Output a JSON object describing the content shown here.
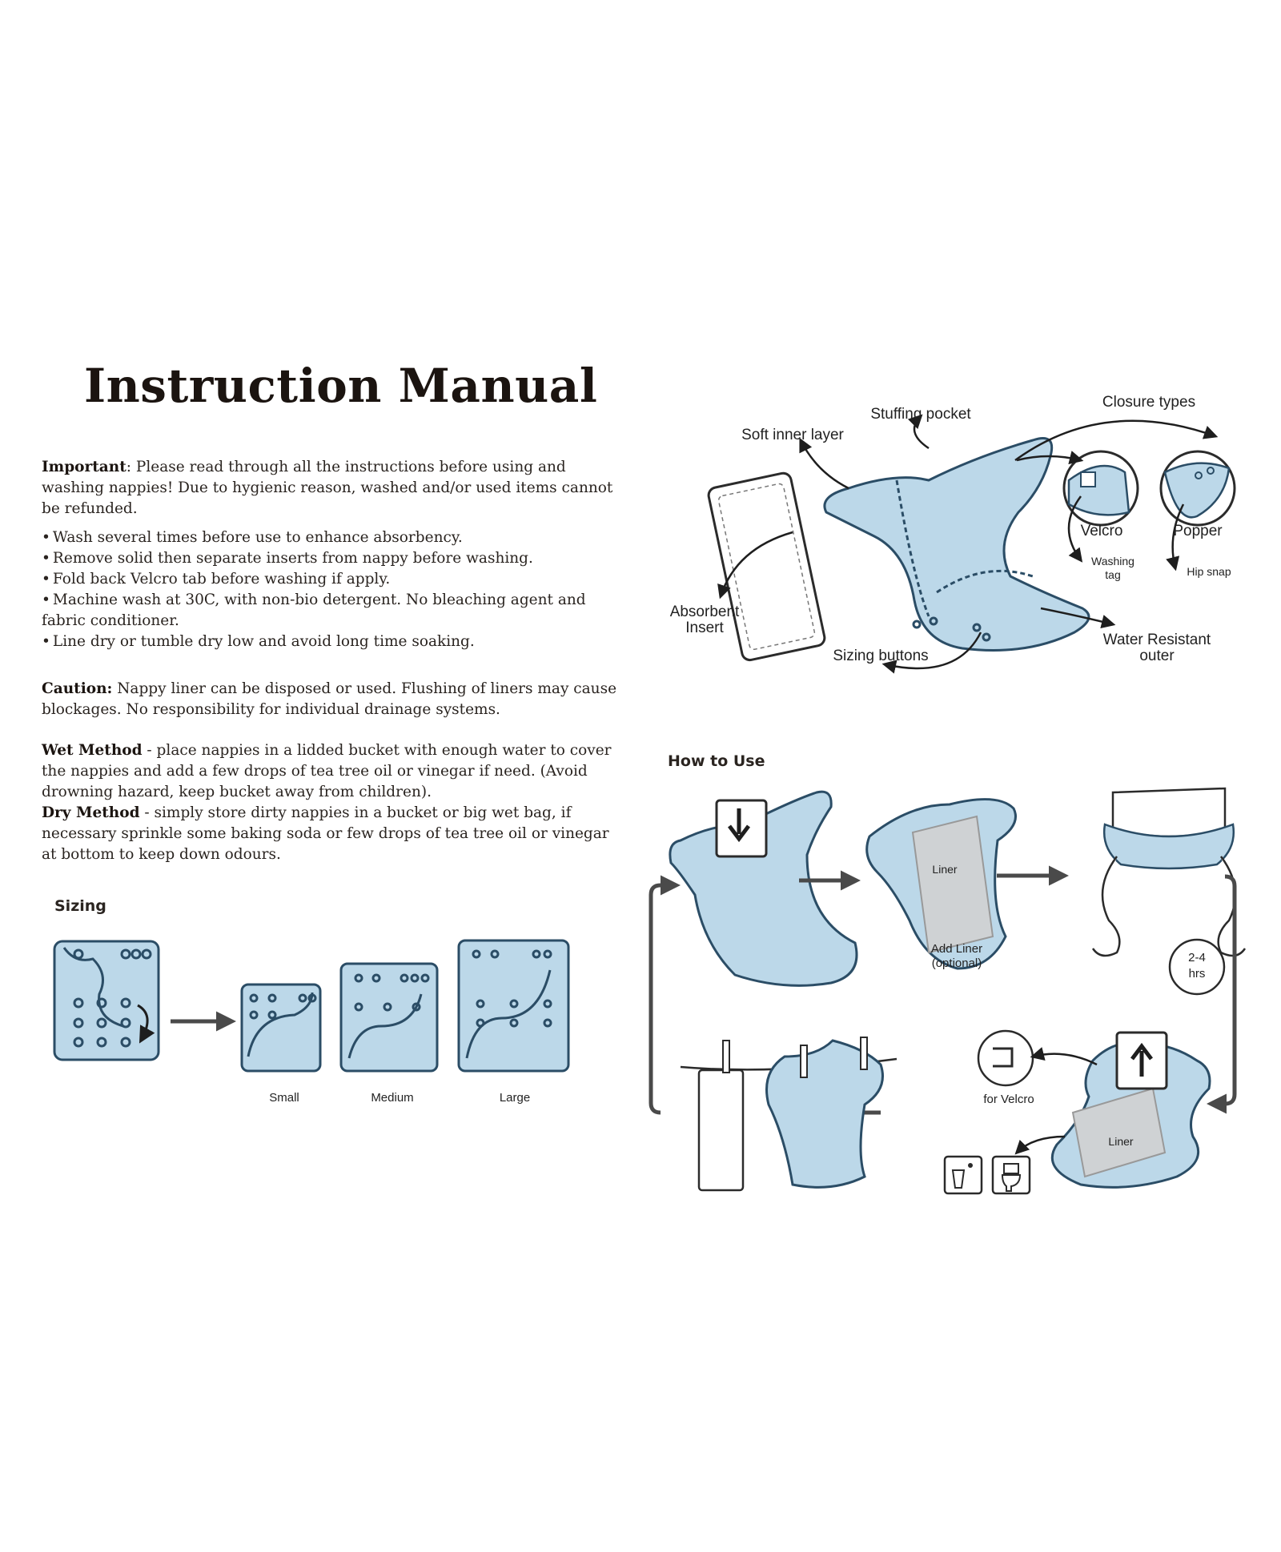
{
  "title": "Instruction Manual",
  "important": {
    "label": "Important",
    "text": ": Please read through all the instructions before using and washing nappies! Due to hygienic reason, washed and/or used items cannot be refunded."
  },
  "bullets": [
    "Wash several times before use to enhance absorbency.",
    "Remove solid then separate inserts from nappy before washing.",
    "Fold back Velcro tab before washing if apply.",
    "Machine wash at 30C, with non-bio detergent. No bleaching agent and fabric conditioner.",
    "Line dry or tumble dry low and avoid long time soaking."
  ],
  "caution": {
    "label": "Caution:",
    "text": " Nappy liner can be disposed or used. Flushing of liners may cause blockages. No responsibility for individual drainage systems."
  },
  "wet_method": {
    "label": "Wet Method",
    "text": " - place nappies in a lidded bucket with enough water to cover the nappies and add a few drops of tea tree oil or vinegar if need. (Avoid drowning hazard, keep bucket away from children)."
  },
  "dry_method": {
    "label": "Dry Method",
    "text": " - simply store dirty nappies in a bucket or big wet bag, if necessary sprinkle some baking soda or few drops of tea tree oil or vinegar at bottom to keep down odours."
  },
  "sizing": {
    "heading": "Sizing",
    "sizes": [
      "Small",
      "Medium",
      "Large"
    ]
  },
  "anatomy": {
    "closure_types": "Closure types",
    "stuffing_pocket": "Stuffing pocket",
    "soft_inner_layer": "Soft inner layer",
    "velcro": "Velcro",
    "popper": "Popper",
    "washing_tag_1": "Washing",
    "washing_tag_2": "tag",
    "hip_snap": "Hip snap",
    "absorbent_1": "Absorbent",
    "absorbent_2": "Insert",
    "sizing_buttons": "Sizing buttons",
    "water_resistant_1": "Water Resistant",
    "water_resistant_2": "outer"
  },
  "how_to_use": {
    "heading": "How to Use",
    "liner": "Liner",
    "add_liner_1": "Add Liner",
    "add_liner_2": "(optional)",
    "timer_1": "2-4",
    "timer_2": "hrs",
    "for_velcro": "for Velcro"
  },
  "colors": {
    "diaper_blue": "#bcd8e9",
    "outline": "#2b4d66",
    "arrow": "#4a4a4a",
    "insert_grey": "#cfd2d4"
  }
}
